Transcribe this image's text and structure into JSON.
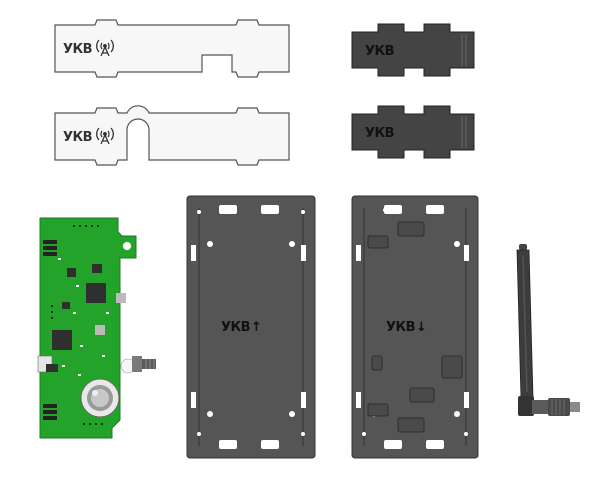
{
  "labels": {
    "panel_light_top": "УКВ",
    "panel_light_bottom": "УКВ",
    "panel_dark_top": "УКВ",
    "panel_dark_bottom": "УКВ",
    "tray_left": "УКВ",
    "tray_right": "УКВ"
  },
  "symbols": {
    "antenna": "antenna-icon",
    "arrow_up": "↑",
    "arrow_down": "↓"
  },
  "colors": {
    "outline": "#555555",
    "light_fill": "#f7f7f7",
    "dark_fill": "#444444",
    "pcb_green": "#23a32a",
    "chip": "#2f2f2f",
    "white": "#ffffff"
  }
}
